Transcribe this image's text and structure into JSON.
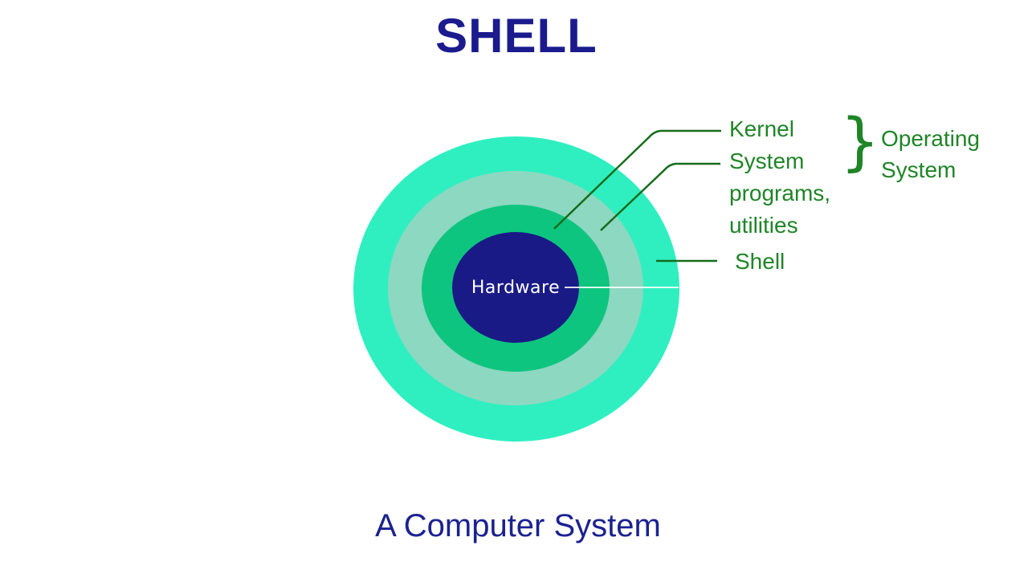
{
  "title": "SHELL",
  "caption": "A Computer System",
  "colors": {
    "navy_text": "#1b1b8e",
    "navy_circle": "#1a1a87",
    "outer_ring": "#2fefc0",
    "middle_ring": "#8cd8c0",
    "kernel_ring": "#0ec57f",
    "green_text": "#1f8527",
    "leader_line": "#166c1c",
    "hardware_leader_line": "#ffffff"
  },
  "diagram": {
    "rings": [
      {
        "name": "shell",
        "color": "#2fefc0"
      },
      {
        "name": "system-programs-utilities",
        "color": "#8cd8c0"
      },
      {
        "name": "kernel",
        "color": "#0ec57f"
      },
      {
        "name": "hardware",
        "color": "#1a1a87",
        "label": "Hardware"
      }
    ]
  },
  "annotations": {
    "left_labels": [
      "Kernel",
      "System",
      "programs,",
      "utilities"
    ],
    "shell_label": "Shell",
    "brace": "}",
    "os_label": [
      "Operating",
      "System"
    ]
  }
}
